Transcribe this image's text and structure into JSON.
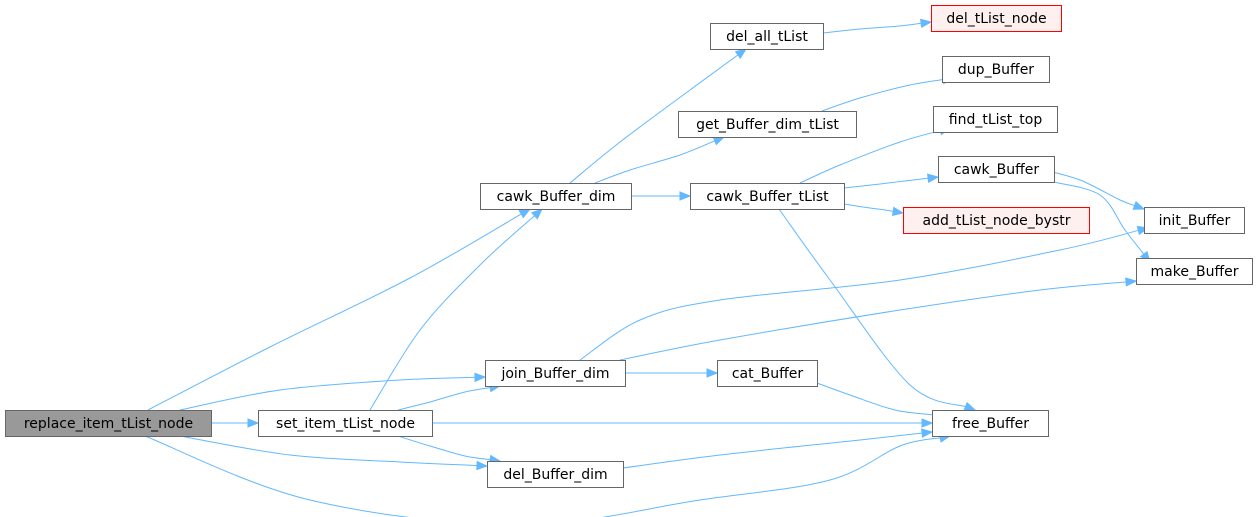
{
  "colors": {
    "edge": "#63b8ff",
    "node_border": "#666666",
    "root_fill": "#999999",
    "external_border": "#ff0000",
    "external_fill": "#fff0f0"
  },
  "nodes": [
    {
      "id": "replace_item_tList_node",
      "label": "replace_item_tList_node",
      "kind": "root"
    },
    {
      "id": "cawk_Buffer_dim",
      "label": "cawk_Buffer_dim",
      "kind": "normal"
    },
    {
      "id": "set_item_tList_node",
      "label": "set_item_tList_node",
      "kind": "normal"
    },
    {
      "id": "join_Buffer_dim",
      "label": "join_Buffer_dim",
      "kind": "normal"
    },
    {
      "id": "del_Buffer_dim",
      "label": "del_Buffer_dim",
      "kind": "normal"
    },
    {
      "id": "free_Buffer",
      "label": "free_Buffer",
      "kind": "normal"
    },
    {
      "id": "del_all_tList",
      "label": "del_all_tList",
      "kind": "normal"
    },
    {
      "id": "get_Buffer_dim_tList",
      "label": "get_Buffer_dim_tList",
      "kind": "normal"
    },
    {
      "id": "cawk_Buffer_tList",
      "label": "cawk_Buffer_tList",
      "kind": "normal"
    },
    {
      "id": "del_tList_node",
      "label": "del_tList_node",
      "kind": "external"
    },
    {
      "id": "dup_Buffer",
      "label": "dup_Buffer",
      "kind": "normal"
    },
    {
      "id": "find_tList_top",
      "label": "find_tList_top",
      "kind": "normal"
    },
    {
      "id": "cawk_Buffer",
      "label": "cawk_Buffer",
      "kind": "normal"
    },
    {
      "id": "add_tList_node_bystr",
      "label": "add_tList_node_bystr",
      "kind": "external"
    },
    {
      "id": "init_Buffer",
      "label": "init_Buffer",
      "kind": "normal"
    },
    {
      "id": "make_Buffer",
      "label": "make_Buffer",
      "kind": "normal"
    },
    {
      "id": "cat_Buffer",
      "label": "cat_Buffer",
      "kind": "normal"
    }
  ],
  "edges": [
    {
      "from": "replace_item_tList_node",
      "to": "cawk_Buffer_dim"
    },
    {
      "from": "replace_item_tList_node",
      "to": "set_item_tList_node"
    },
    {
      "from": "replace_item_tList_node",
      "to": "join_Buffer_dim"
    },
    {
      "from": "replace_item_tList_node",
      "to": "del_Buffer_dim"
    },
    {
      "from": "replace_item_tList_node",
      "to": "free_Buffer"
    },
    {
      "from": "set_item_tList_node",
      "to": "cawk_Buffer_dim"
    },
    {
      "from": "set_item_tList_node",
      "to": "join_Buffer_dim"
    },
    {
      "from": "set_item_tList_node",
      "to": "free_Buffer"
    },
    {
      "from": "set_item_tList_node",
      "to": "del_Buffer_dim"
    },
    {
      "from": "cawk_Buffer_dim",
      "to": "del_all_tList"
    },
    {
      "from": "cawk_Buffer_dim",
      "to": "get_Buffer_dim_tList"
    },
    {
      "from": "cawk_Buffer_dim",
      "to": "cawk_Buffer_tList"
    },
    {
      "from": "del_all_tList",
      "to": "del_tList_node"
    },
    {
      "from": "get_Buffer_dim_tList",
      "to": "dup_Buffer"
    },
    {
      "from": "cawk_Buffer_tList",
      "to": "find_tList_top"
    },
    {
      "from": "cawk_Buffer_tList",
      "to": "cawk_Buffer"
    },
    {
      "from": "cawk_Buffer_tList",
      "to": "add_tList_node_bystr"
    },
    {
      "from": "cawk_Buffer_tList",
      "to": "free_Buffer"
    },
    {
      "from": "cawk_Buffer",
      "to": "init_Buffer"
    },
    {
      "from": "cawk_Buffer",
      "to": "make_Buffer"
    },
    {
      "from": "join_Buffer_dim",
      "to": "init_Buffer"
    },
    {
      "from": "join_Buffer_dim",
      "to": "make_Buffer"
    },
    {
      "from": "join_Buffer_dim",
      "to": "cat_Buffer"
    },
    {
      "from": "cat_Buffer",
      "to": "free_Buffer"
    },
    {
      "from": "del_Buffer_dim",
      "to": "free_Buffer"
    }
  ]
}
